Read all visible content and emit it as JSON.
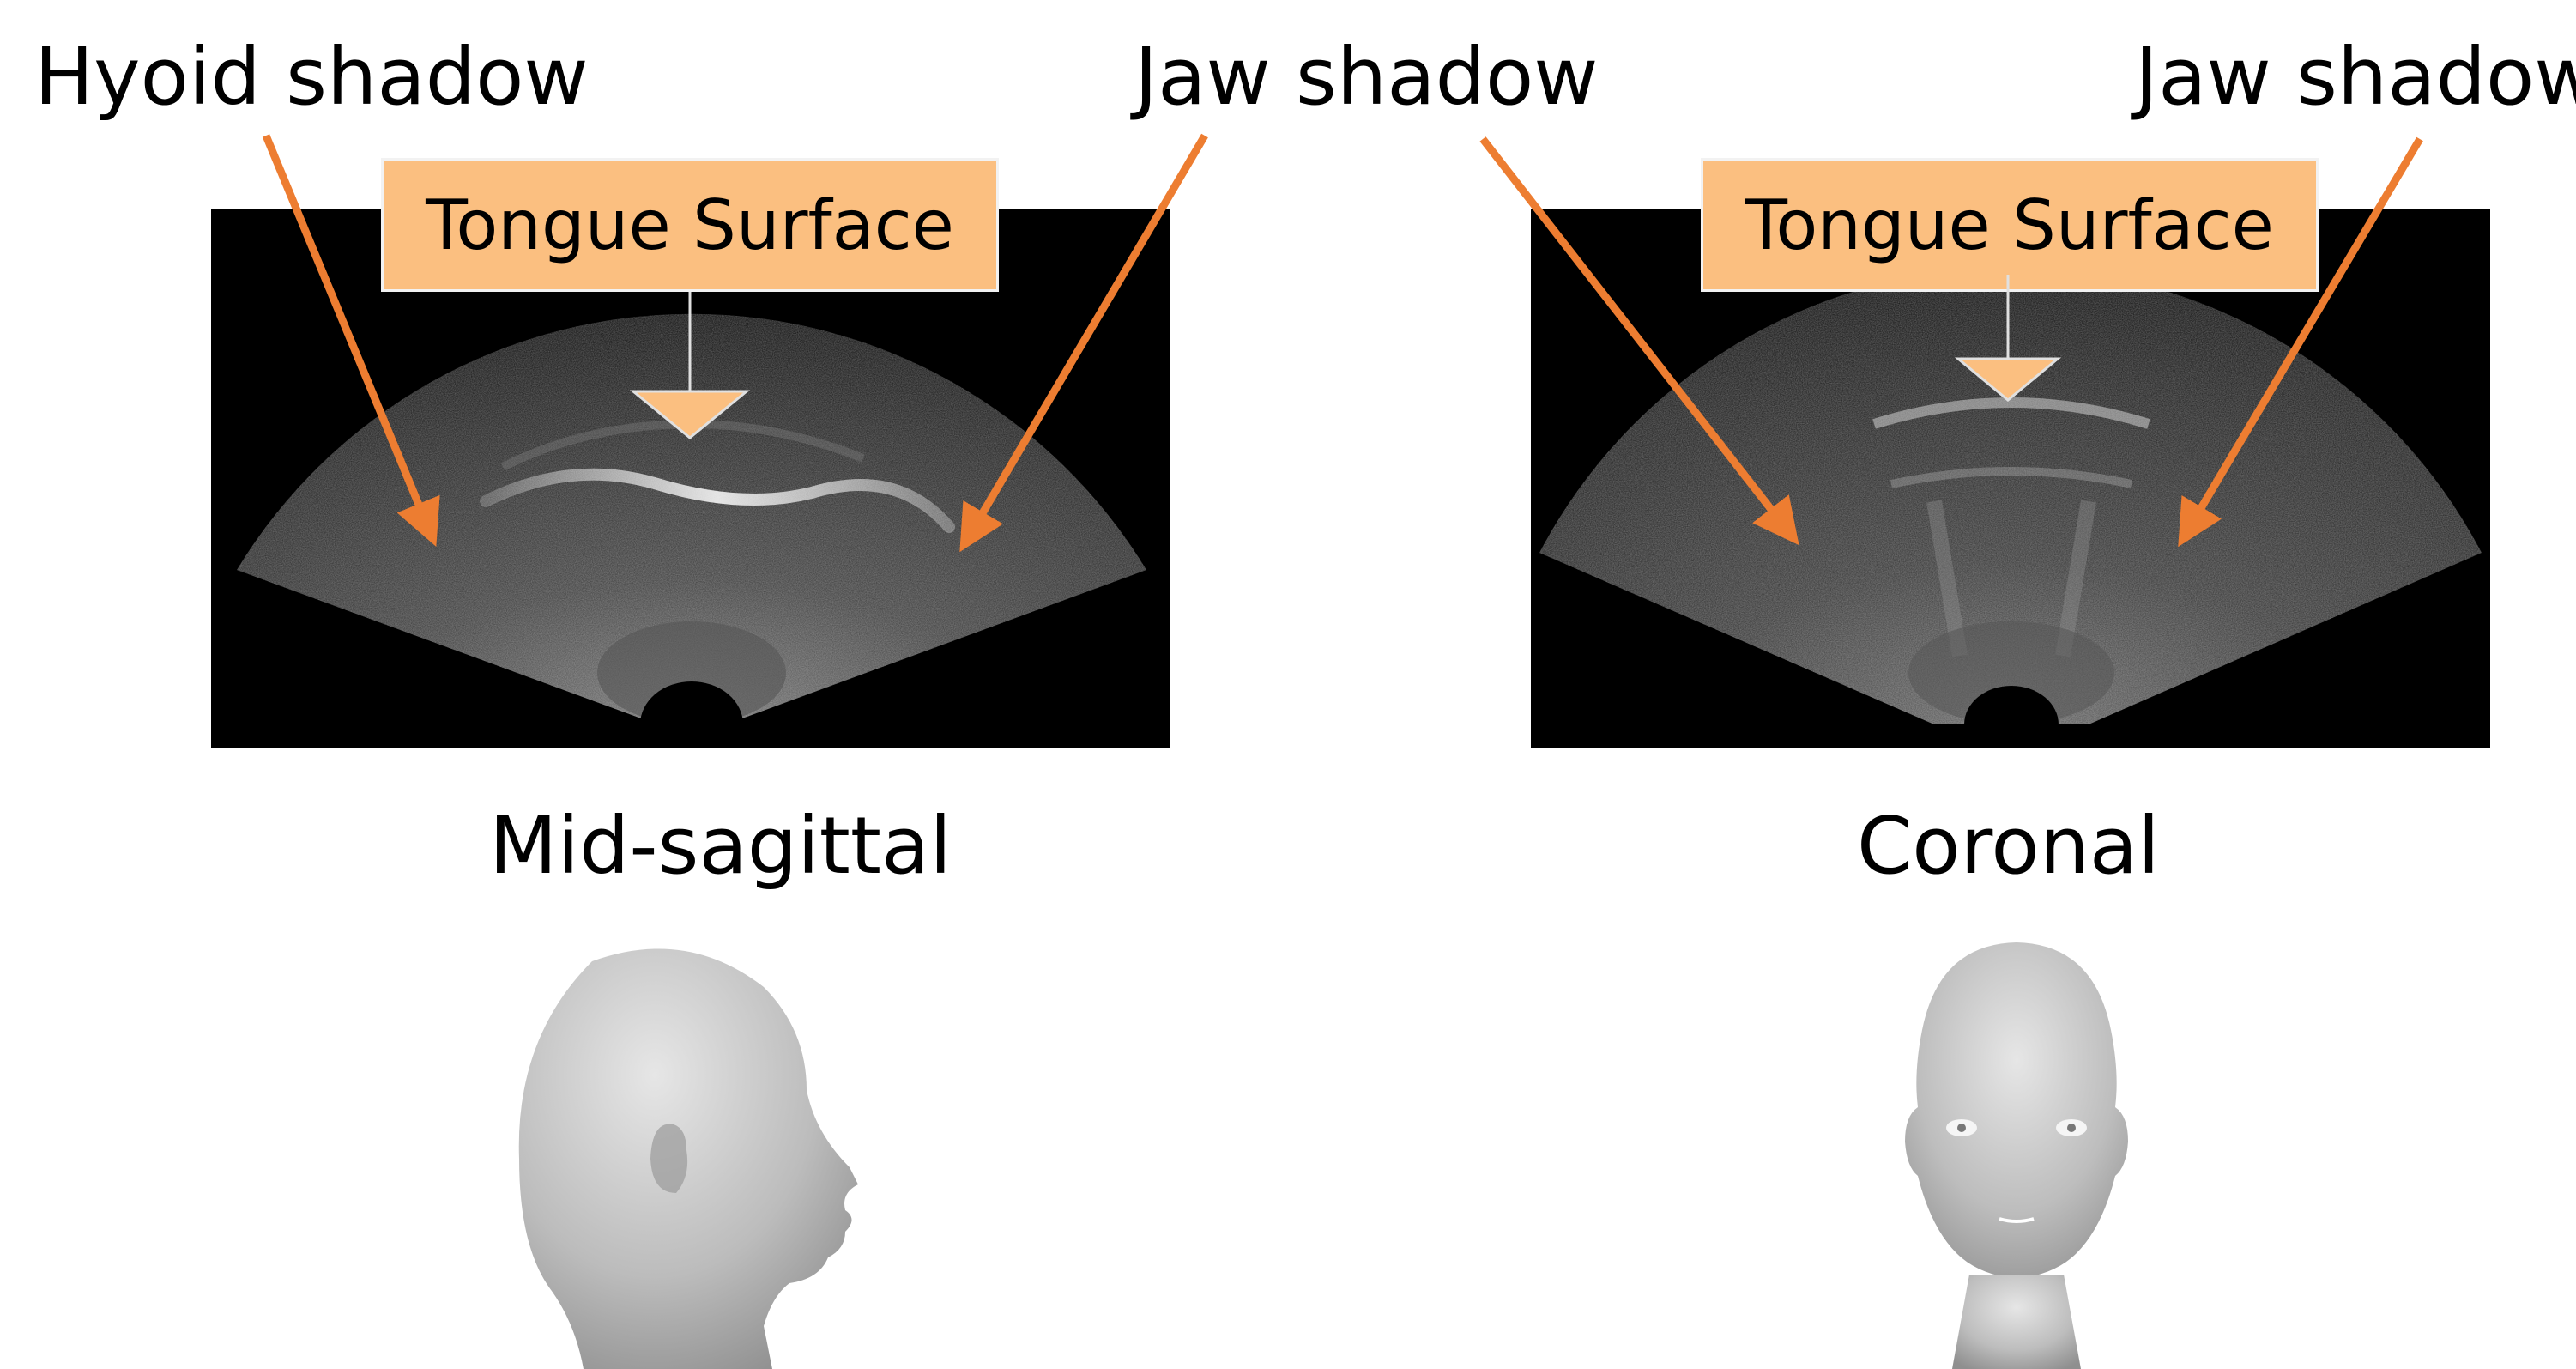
{
  "figure": {
    "labels": {
      "hyoid_shadow": "Hyoid shadow",
      "jaw_shadow_left": "Jaw shadow",
      "jaw_shadow_right": "Jaw shadow",
      "tongue_surface_left": "Tongue Surface",
      "tongue_surface_right": "Tongue Surface"
    },
    "captions": {
      "left": "Mid-sagittal",
      "right": "Coronal"
    },
    "colors": {
      "arrow": "#ed7d31",
      "callout_fill": "#fbbf80",
      "ultrasound_bg": "#000000",
      "head_gray": "#bdbdbd"
    },
    "images": {
      "left_ultrasound": "mid-sagittal ultrasound",
      "right_ultrasound": "coronal ultrasound",
      "left_head": "head-profile-view",
      "right_head": "head-front-view"
    }
  }
}
